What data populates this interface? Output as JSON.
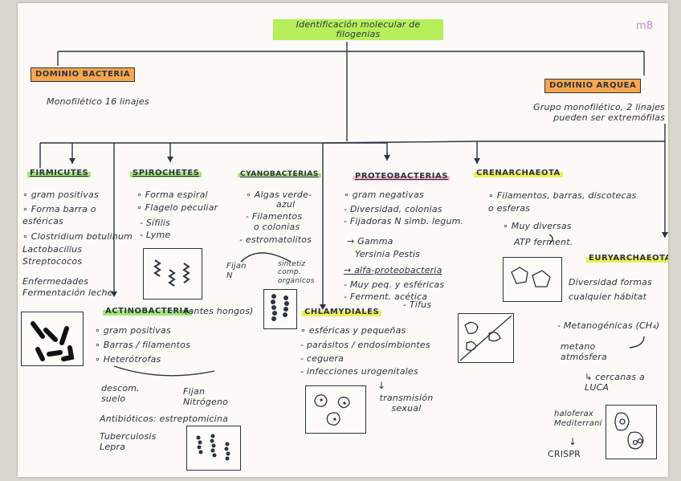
{
  "page_mark": "m8",
  "title": "Identificación molecular de filogenias",
  "bacteria": {
    "header": "DOMINIO BACTERIA",
    "subtitle": "Monofilético 16 linajes",
    "firmicutes": {
      "name": "FIRMICUTES",
      "lines": [
        "∘ gram positivas",
        "∘ Forma barra o",
        "  esféricas",
        "∘ Clostridium botulinum",
        "  Lactobacillus",
        "  Streptococos",
        "  Enfermedades",
        "  Fermentación leche"
      ]
    },
    "spirochetes": {
      "name": "SPIROCHETES",
      "lines": [
        "∘ Forma espiral",
        "∘ Flagelo peculiar",
        "- Sífilis",
        "- Lyme"
      ]
    },
    "cyanobacterias": {
      "name": "CYANOBACTERIAS",
      "lines": [
        "∘ Algas verde-",
        "  azul",
        "- Filamentos",
        "  o colonias",
        "- estromatolitos"
      ],
      "fijan": "Fijan N",
      "sintetiz": "sintetiz comp. orgánicos"
    },
    "proteobacterias": {
      "name": "PROTEOBACTERIAS",
      "lines": [
        "∘ gram negativas",
        "- Diversidad, colonias",
        "- Fijadoras N simb. legum.",
        "→ Gamma",
        "  Yersinia Pestis",
        "→ alfa-proteobacteria",
        "- Muy peq. y esféricas",
        "- Ferment. acética",
        "  - Tifus"
      ]
    },
    "actinobacteria": {
      "name": "ACTINOBACTERIA",
      "note": "(antes hongos)",
      "lines": [
        "∘ gram positivas",
        "∘ Barras / filamentos",
        "∘ Heterótrofas"
      ],
      "descom": "descom. suelo",
      "fijan": "Fijan Nitrógeno",
      "antibioticos": "Antibióticos: estreptomicina",
      "enfermedades": "Tuberculosis Lepra"
    },
    "chlamydiales": {
      "name": "CHLAMYDIALES",
      "lines": [
        "∘ esféricas y pequeñas",
        "- parásitos / endosimbiontes",
        "- ceguera",
        "- infecciones urogenitales"
      ],
      "transmision": "transmisión sexual"
    }
  },
  "arquea": {
    "header": "DOMINIO ARQUEA",
    "subtitle": "Grupo monofilético, 2 linajes pueden ser extremófilas",
    "crenarchaeota": {
      "name": "CRENARCHAEOTA",
      "lines": [
        "∘ Filamentos, barras, discotecas o esferas",
        "∘ Muy diversas",
        "ATP ferment."
      ]
    },
    "euryarchaeota": {
      "name": "EURYARCHAEOTA",
      "lines": [
        "Diversidad formas",
        "cualquier hábitat",
        "- Metanogénicas (CH₄)",
        "metano atmósfera",
        "↳ cercanas a LUCA"
      ],
      "haloferax": "haloferax Mediterrani",
      "crispr": "CRISPR"
    }
  }
}
